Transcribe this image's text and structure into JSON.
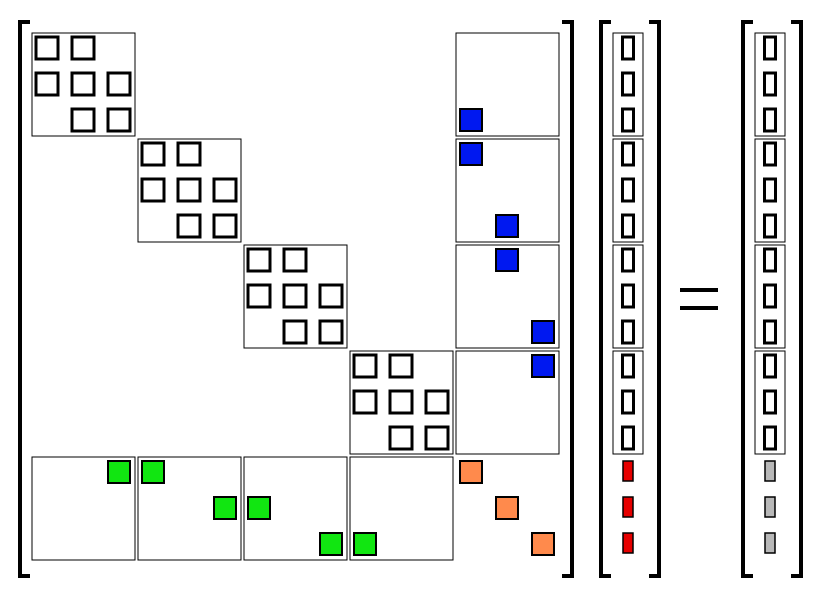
{
  "diagram": {
    "description_kind": "block-arrow-matrix-equation",
    "diagonal_block_pattern": [
      [
        1,
        1,
        0
      ],
      [
        1,
        1,
        1
      ],
      [
        0,
        1,
        1
      ]
    ],
    "block_count": 4,
    "vector_entries_per_block": 3,
    "tail_entries": 3,
    "equals_sign": "=",
    "colors": {
      "block_entry_fill": "#ffffff",
      "block_entry_stroke": "#000000",
      "coupling_right": "#0018f0",
      "coupling_bottom": "#11e611",
      "corner_diagonal": "#ff8a4c",
      "unknown_tail": "#e60000",
      "rhs_tail": "#b8b8b8",
      "panel_stroke": "#000000",
      "bracket": "#000000"
    }
  }
}
